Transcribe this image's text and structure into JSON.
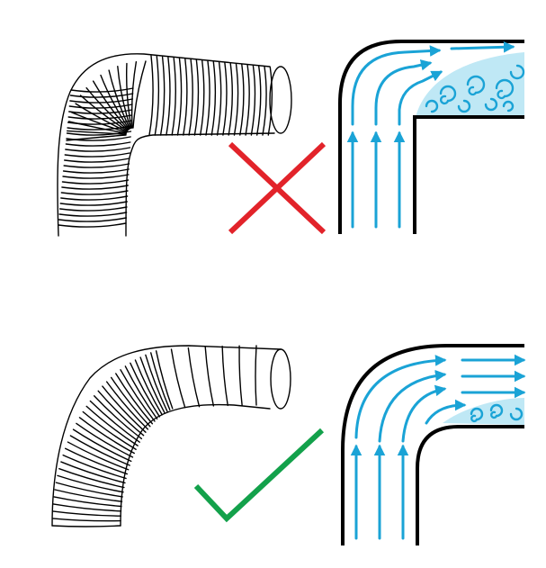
{
  "figure": {
    "panels": [
      {
        "id": "sharp-bend",
        "verdict": "incorrect",
        "mark_icon": "red-cross-icon",
        "duct_shape": "sharp-elbow",
        "flow": "turbulent",
        "hose": "flexible-duct-tight-bend"
      },
      {
        "id": "gradual-bend",
        "verdict": "correct",
        "mark_icon": "green-checkmark-icon",
        "duct_shape": "gradual-curve",
        "flow": "smooth",
        "hose": "flexible-duct-gentle-bend"
      }
    ],
    "colors": {
      "outline": "#000000",
      "flow_arrow": "#1aa3d6",
      "turbulence_fill": "#bfe8f5",
      "cross": "#e2232a",
      "check": "#13a14b"
    }
  }
}
